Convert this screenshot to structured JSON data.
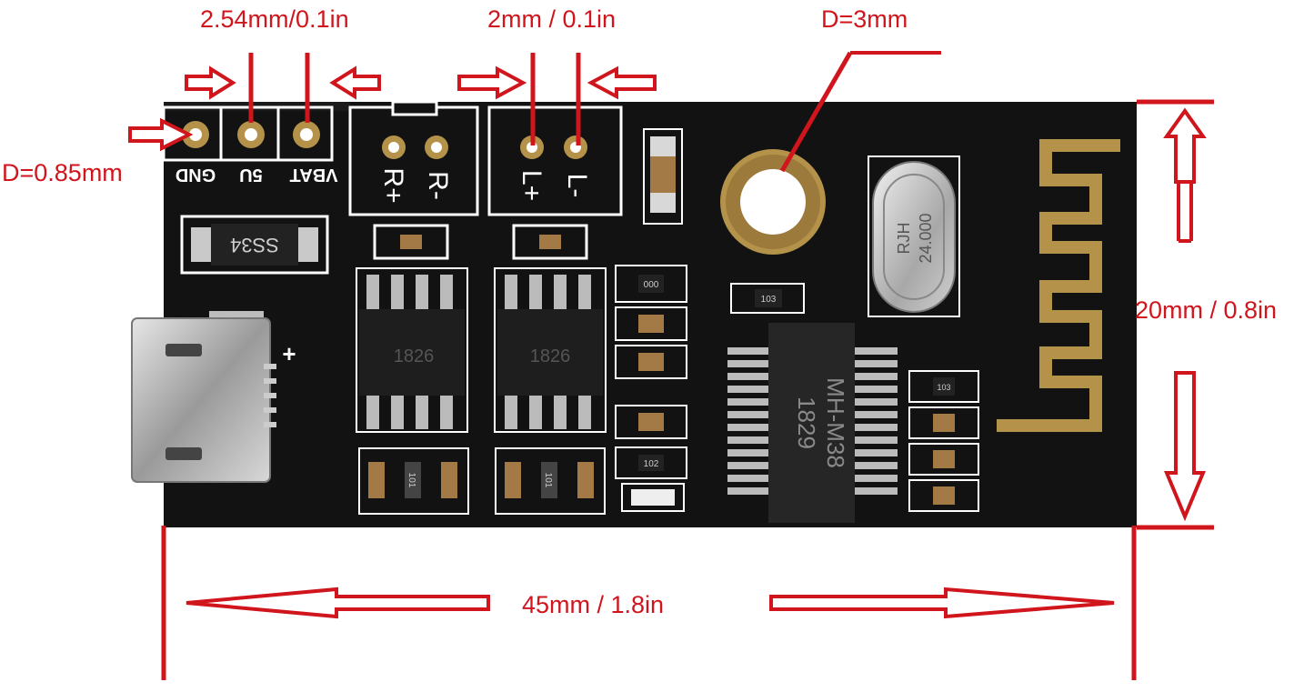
{
  "dimensions": {
    "header_pitch": "2.54mm/0.1in",
    "speaker_pitch": "2mm / 0.1in",
    "mount_hole": "D=3mm",
    "pin_hole": "D=0.85mm",
    "height": "20mm / 0.8in",
    "width": "45mm / 1.8in"
  },
  "silkscreen": {
    "gnd": "GND",
    "five_v": "5U",
    "vbat": "VBAT",
    "r_plus": "R+",
    "r_minus": "R-",
    "l_plus": "L+",
    "l_minus": "L-",
    "plus_mark": "+"
  },
  "chips": {
    "diode": "SS34",
    "crystal_top": "RJH",
    "crystal_bottom": "24.000",
    "main_ic_top": "MH-M38",
    "main_ic_bottom": "1829",
    "amp_left": "1826",
    "amp_right": "1826"
  },
  "resistors": {
    "r1": "000",
    "r2": "103",
    "r3": "102",
    "r4": "103",
    "r5": "101"
  },
  "colors": {
    "annotation": "#d0151c",
    "pcb": "#111111",
    "silkscreen": "#ffffff",
    "copper": "#b4924a"
  }
}
